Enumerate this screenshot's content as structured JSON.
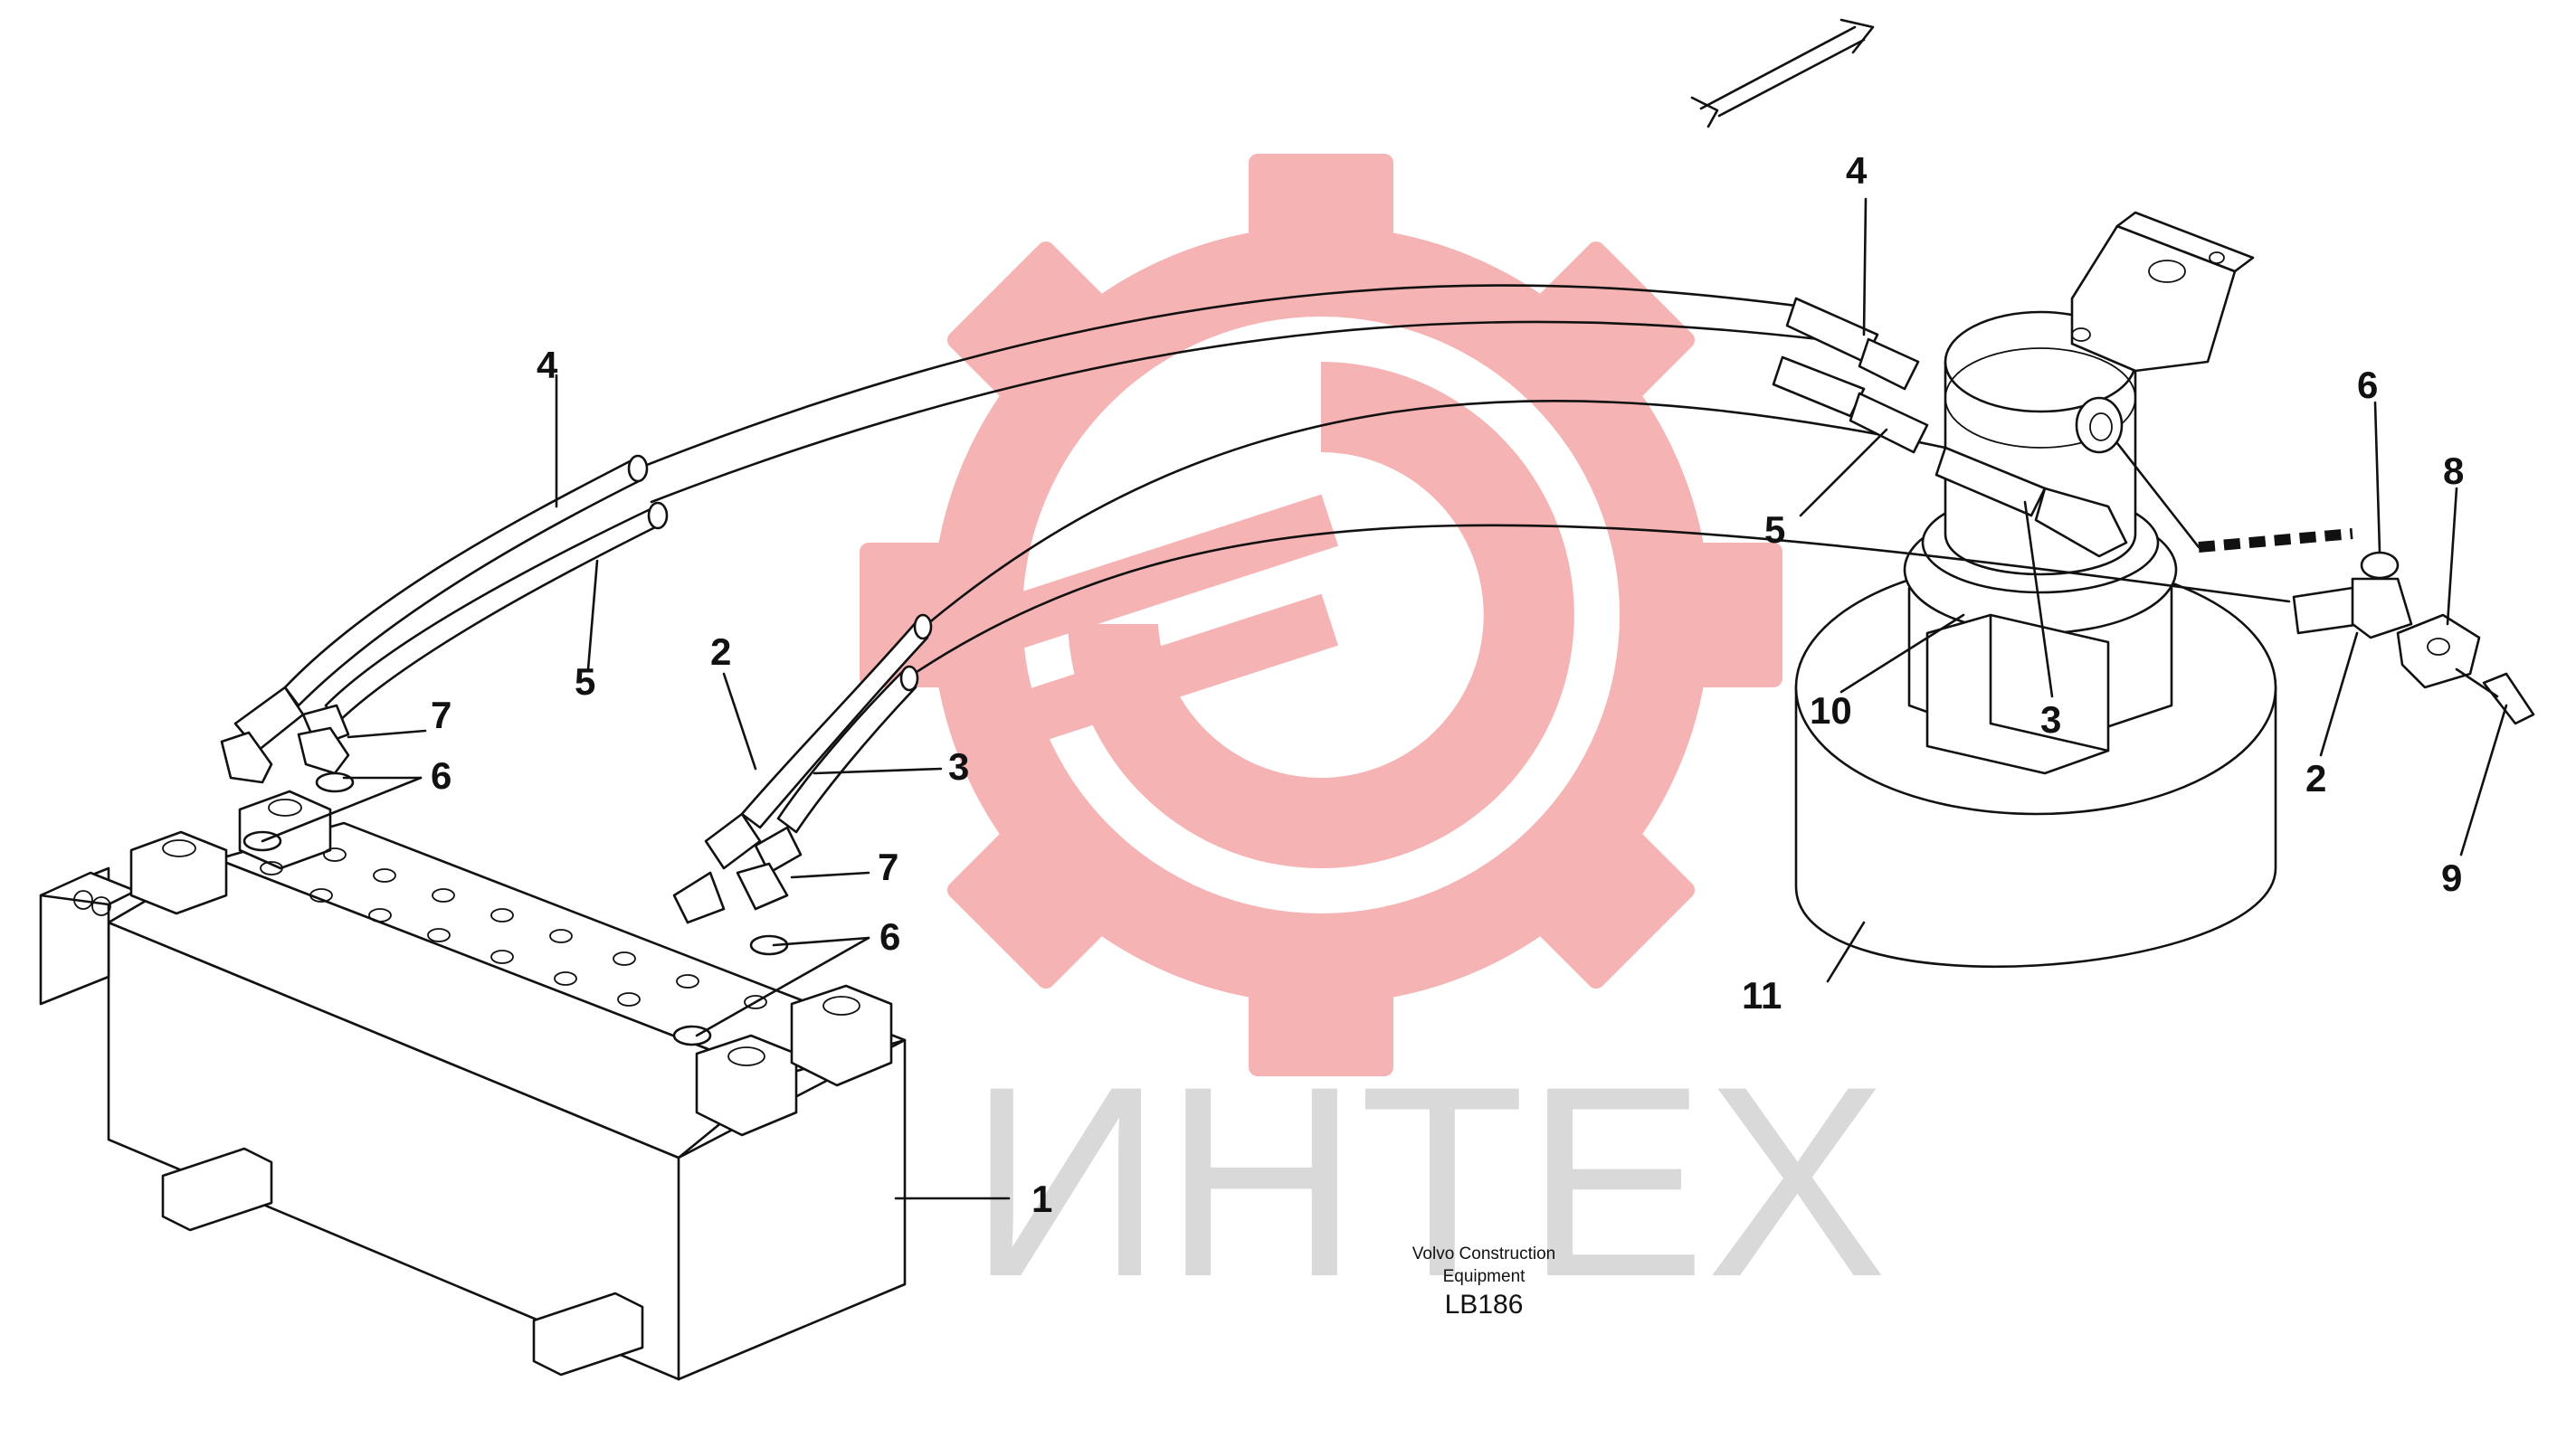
{
  "watermark": {
    "text": "ИНТЕХ",
    "gear_color": "#f4a6a6",
    "text_color": "#d9d9d9"
  },
  "caption": {
    "line1": "Volvo Construction",
    "line2": "Equipment",
    "code": "LB186"
  },
  "callouts": [
    {
      "id": "c1",
      "label": "1"
    },
    {
      "id": "c2a",
      "label": "2"
    },
    {
      "id": "c2b",
      "label": "2"
    },
    {
      "id": "c3a",
      "label": "3"
    },
    {
      "id": "c3b",
      "label": "3"
    },
    {
      "id": "c4a",
      "label": "4"
    },
    {
      "id": "c4b",
      "label": "4"
    },
    {
      "id": "c5a",
      "label": "5"
    },
    {
      "id": "c5b",
      "label": "5"
    },
    {
      "id": "c6a",
      "label": "6"
    },
    {
      "id": "c6b",
      "label": "6"
    },
    {
      "id": "c6c",
      "label": "6"
    },
    {
      "id": "c7a",
      "label": "7"
    },
    {
      "id": "c7b",
      "label": "7"
    },
    {
      "id": "c8",
      "label": "8"
    },
    {
      "id": "c9",
      "label": "9"
    },
    {
      "id": "c10",
      "label": "10"
    },
    {
      "id": "c11",
      "label": "11"
    }
  ],
  "icons": {
    "direction_arrow": "forward-direction-arrow-icon",
    "watermark_gear": "gear-logo-icon"
  }
}
